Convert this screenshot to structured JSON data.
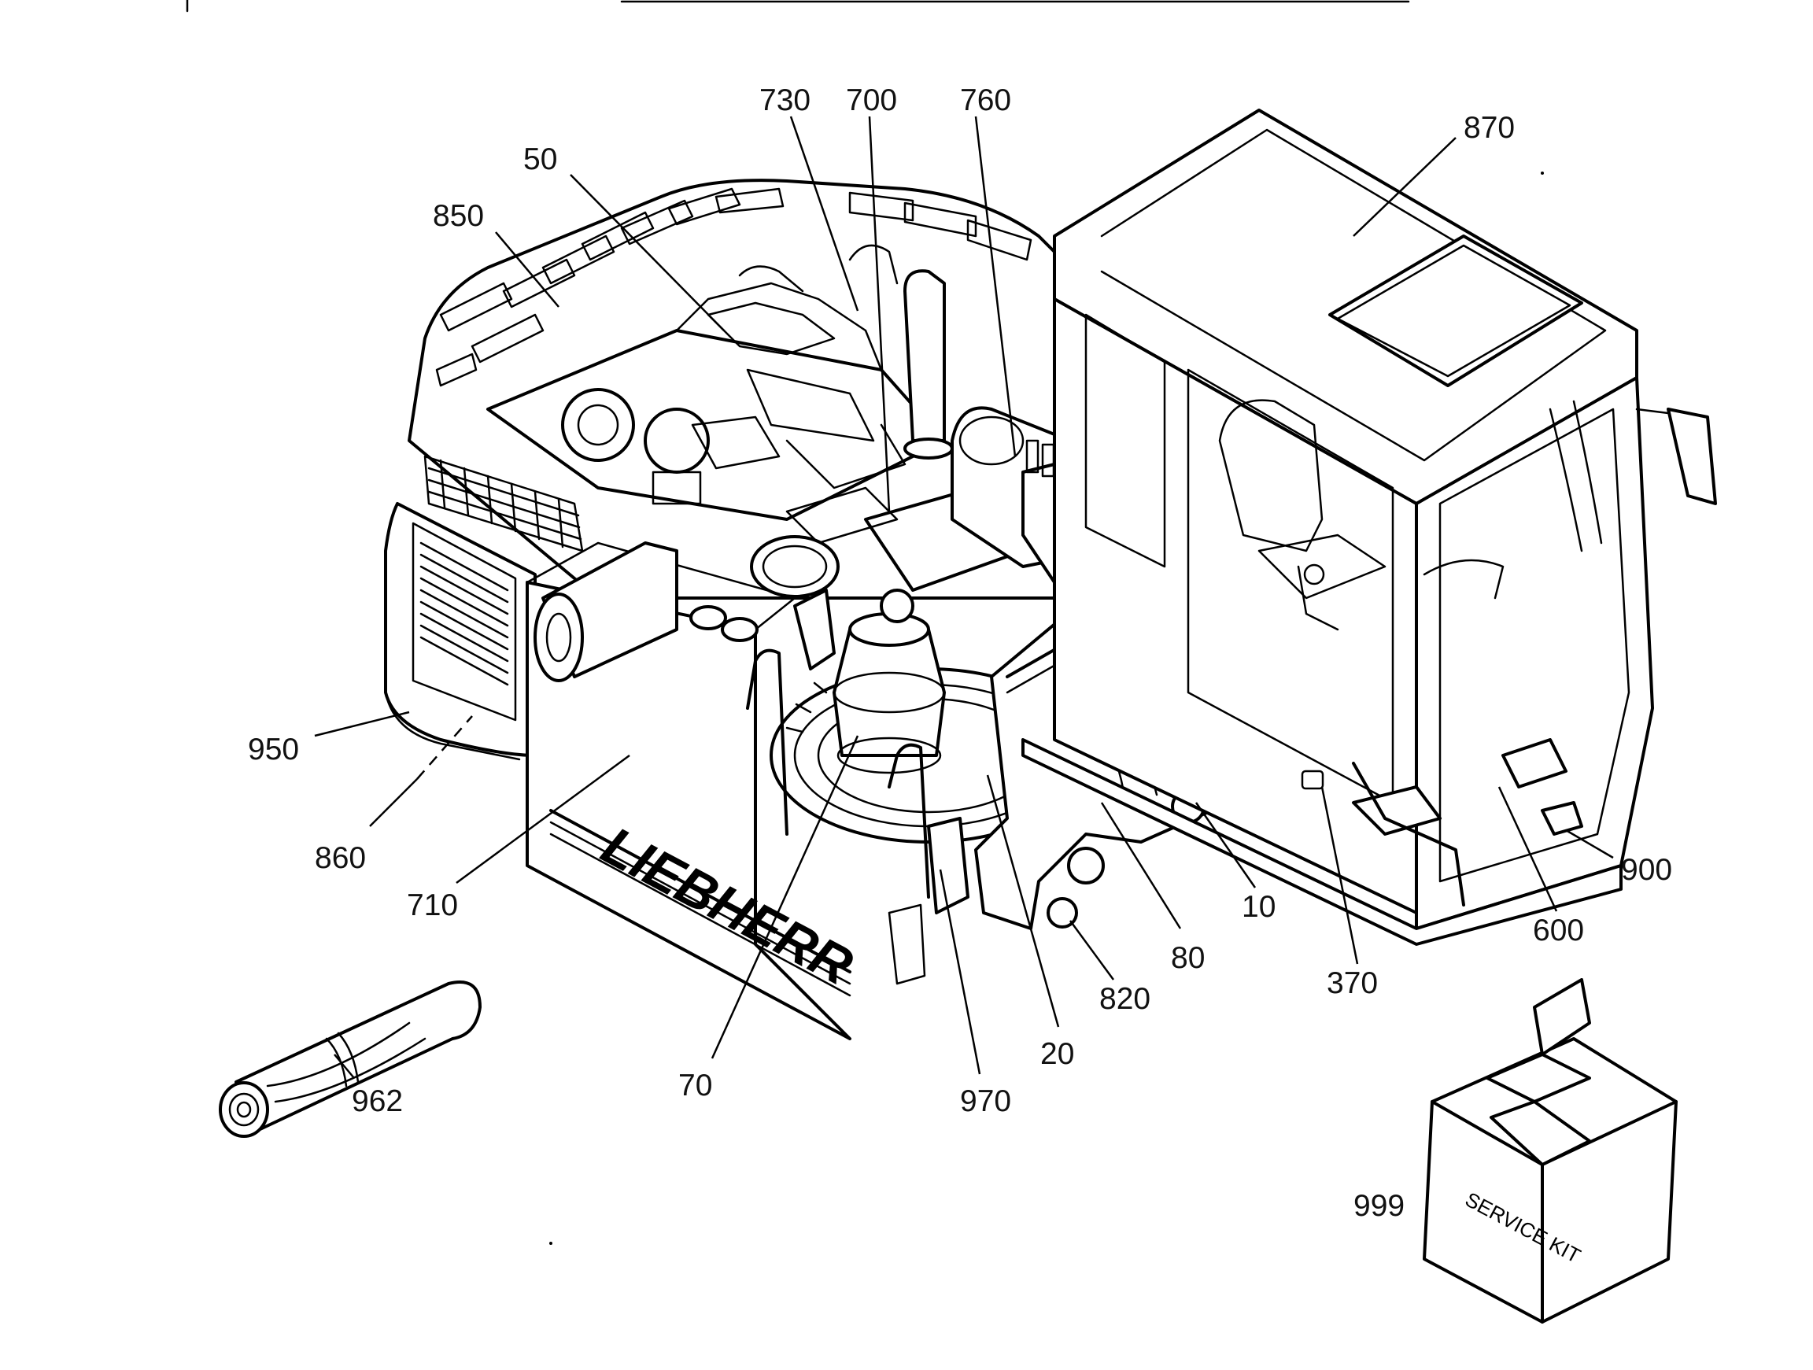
{
  "brand": "LIEBHERR",
  "box_label": "SERVICE KIT",
  "callouts": [
    {
      "id": "c730",
      "label": "730"
    },
    {
      "id": "c700",
      "label": "700"
    },
    {
      "id": "c760",
      "label": "760"
    },
    {
      "id": "c870",
      "label": "870"
    },
    {
      "id": "c50",
      "label": "50"
    },
    {
      "id": "c850",
      "label": "850"
    },
    {
      "id": "c950",
      "label": "950"
    },
    {
      "id": "c860",
      "label": "860"
    },
    {
      "id": "c710",
      "label": "710"
    },
    {
      "id": "c900",
      "label": "900"
    },
    {
      "id": "c10",
      "label": "10"
    },
    {
      "id": "c600",
      "label": "600"
    },
    {
      "id": "c80",
      "label": "80"
    },
    {
      "id": "c370",
      "label": "370"
    },
    {
      "id": "c820",
      "label": "820"
    },
    {
      "id": "c20",
      "label": "20"
    },
    {
      "id": "c70",
      "label": "70"
    },
    {
      "id": "c970",
      "label": "970"
    },
    {
      "id": "c962",
      "label": "962"
    },
    {
      "id": "c999",
      "label": "999"
    }
  ],
  "colors": {
    "line": "#000000",
    "background": "#ffffff"
  }
}
